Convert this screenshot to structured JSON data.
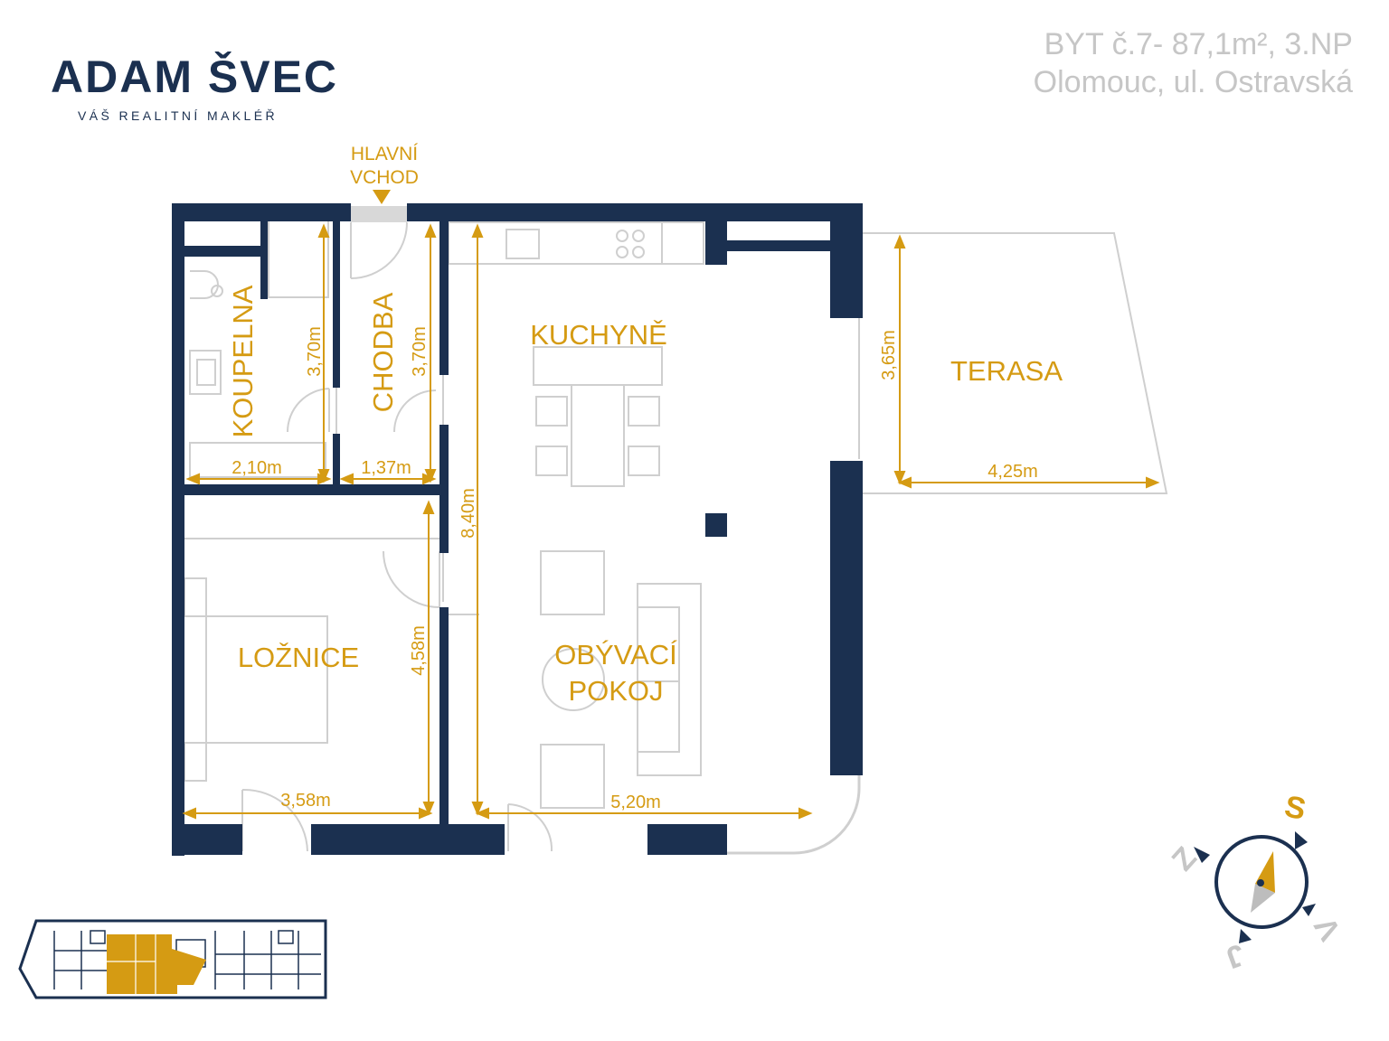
{
  "brand": {
    "name": "ADAM ŠVEC",
    "tagline": "VÁŠ REALITNÍ MAKLÉŘ"
  },
  "header": {
    "line1": "BYT č.7-  87,1m², 3.NP",
    "line2": "Olomouc, ul. Ostravská"
  },
  "entrance": {
    "line1": "HLAVNÍ",
    "line2": "VCHOD"
  },
  "rooms": {
    "koupelna": "KOUPELNA",
    "chodba": "CHODBA",
    "kuchyne": "KUCHYNĚ",
    "terasa": "TERASA",
    "loznice": "LOŽNICE",
    "obyvaci_1": "OBÝVACÍ",
    "obyvaci_2": "POKOJ"
  },
  "dimensions": {
    "koupelna_h": "3,70m",
    "koupelna_w": "2,10m",
    "chodba_h": "3,70m",
    "chodba_w": "1,37m",
    "obyvaci_h": "8,40m",
    "obyvaci_w": "5,20m",
    "terasa_h": "3,65m",
    "terasa_w": "4,25m",
    "loznice_h": "4,58m",
    "loznice_w": "3,58m"
  },
  "compass": {
    "s": "S",
    "j": "J",
    "v": "V",
    "z": "Z"
  },
  "colors": {
    "wall": "#1b3050",
    "accent": "#d59b13",
    "fixture": "#cfcfcf",
    "header_text": "#c6c6c6"
  }
}
